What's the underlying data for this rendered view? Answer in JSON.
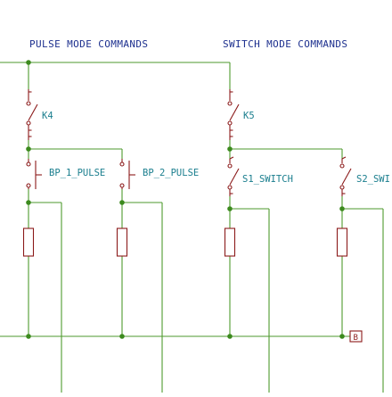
{
  "sections": {
    "pulse_title": "PULSE MODE COMMANDS",
    "switch_title": "SWITCH MODE COMMANDS"
  },
  "components": {
    "k4": "K4",
    "k5": "K5",
    "bp1": "BP_1_PULSE",
    "bp2": "BP_2_PULSE",
    "s1": "S1_SWITCH",
    "s2": "S2_SWI"
  },
  "connector": {
    "b": "B"
  },
  "colors": {
    "wire": "#4e9a2e",
    "junction": "#3c8a1e",
    "component": "#8b1a1a",
    "title": "#1c2f8e",
    "label": "#1a7e8e"
  }
}
